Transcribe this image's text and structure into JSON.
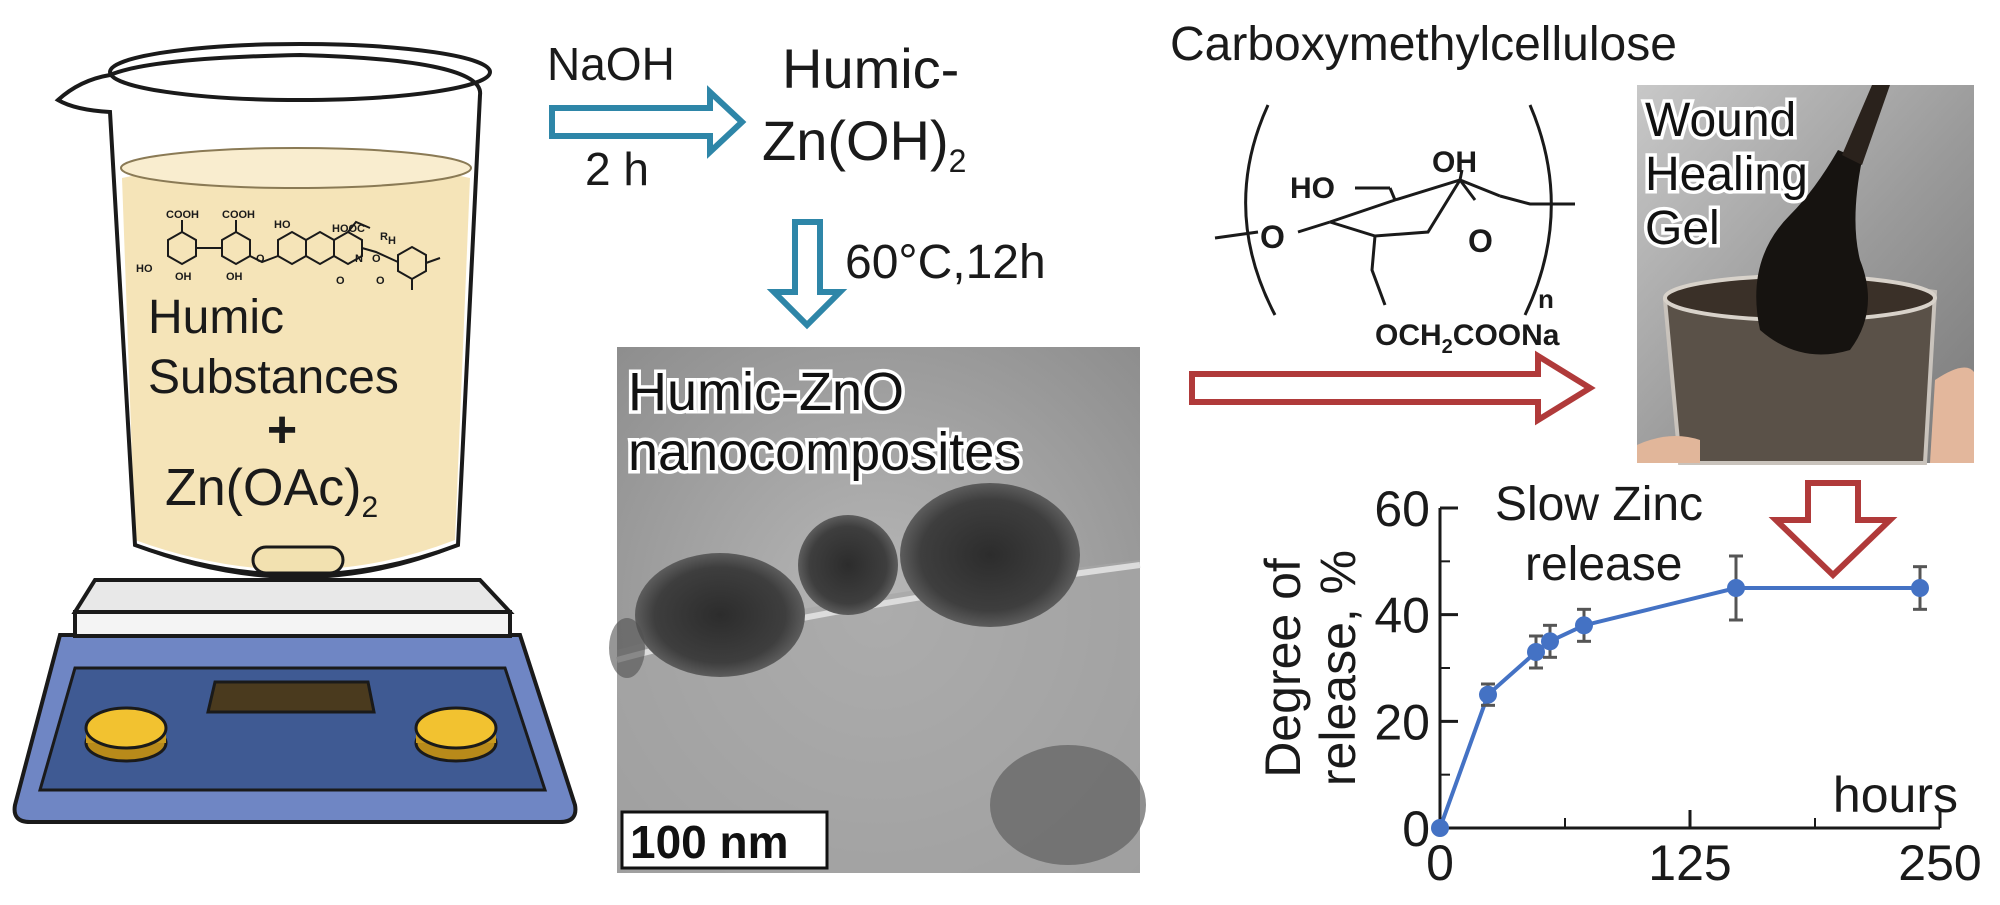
{
  "beaker": {
    "line1": "Humic",
    "line2": "Substances",
    "plus": "+",
    "reagent": "Zn(OAc)",
    "reagent_sub": "2",
    "struct_labels": [
      "COOH",
      "COOH",
      "HOOC",
      "R",
      "HO",
      "OH",
      "OH",
      "HO",
      "H",
      "N",
      "O",
      "O",
      "O",
      "O"
    ]
  },
  "step1": {
    "reagent": "NaOH",
    "time": "2 h"
  },
  "intermediate": {
    "line1": "Humic-",
    "line2": "Zn(OH)",
    "sub": "2"
  },
  "step2": {
    "conditions": "60°C,12h"
  },
  "tem": {
    "title1": "Humic-ZnO",
    "title2": "nanocomposites",
    "scale": "100 nm"
  },
  "cmc": {
    "title": "Carboxymethylcellulose",
    "ho": "HO",
    "oh": "OH",
    "o_left": "O",
    "o_ring": "O",
    "n": "n",
    "side1": "OCH",
    "side_sub": "2",
    "side2": "COONa"
  },
  "gel": {
    "line1": "Wound",
    "line2": "Healing",
    "line3": "Gel"
  },
  "release": {
    "line1": "Slow Zinc",
    "line2": "release"
  },
  "chart_data": {
    "type": "line",
    "ylabel_line1": "Degree of",
    "ylabel_line2": "release, %",
    "xlabel": "hours",
    "x_ticks": [
      0,
      125,
      250
    ],
    "y_ticks": [
      0,
      20,
      40,
      60
    ],
    "xlim": [
      0,
      250
    ],
    "ylim": [
      0,
      60
    ],
    "color": "#4472C4",
    "points": [
      {
        "x": 0,
        "y": 0,
        "err": 0
      },
      {
        "x": 24,
        "y": 25,
        "err": 2
      },
      {
        "x": 48,
        "y": 33,
        "err": 3
      },
      {
        "x": 55,
        "y": 35,
        "err": 3
      },
      {
        "x": 72,
        "y": 38,
        "err": 3
      },
      {
        "x": 148,
        "y": 45,
        "err": 6
      },
      {
        "x": 240,
        "y": 45,
        "err": 4
      }
    ]
  },
  "colors": {
    "blue_arrow": "#2E86A8",
    "red_arrow": "#B03A3A",
    "liquid": "#F5E4B8",
    "stirrer_body": "#6F86C4",
    "stirrer_panel": "#3F5A93",
    "knob": "#F2C230"
  }
}
